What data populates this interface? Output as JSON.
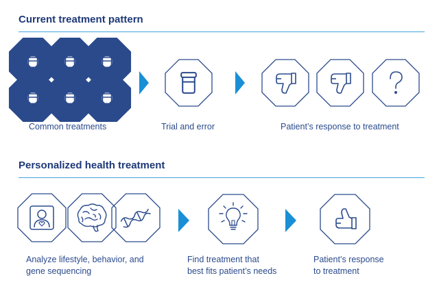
{
  "sections": [
    {
      "title": "Current treatment pattern",
      "captions": [
        "Common treatments",
        "Trial and error",
        "Patient’s response to treatment"
      ]
    },
    {
      "title": "Personalized health treatment",
      "captions": [
        [
          "Analyze lifestyle, behavior, and",
          "gene sequencing"
        ],
        [
          "Find treatment that",
          "best fits patient’s needs"
        ],
        [
          "Patient’s response",
          "to treatment"
        ]
      ]
    }
  ],
  "icons": {
    "common_treatments": [
      "pill-bottle-icon",
      "pill-bottle-icon",
      "pill-bottle-icon",
      "pill-bottle-icon",
      "pill-bottle-icon",
      "pill-bottle-icon"
    ],
    "trial_and_error": "pill-bottle-icon",
    "response_current": [
      "thumbs-down-icon",
      "thumbs-down-icon",
      "question-mark-icon"
    ],
    "analyze": [
      "person-heart-icon",
      "brain-icon",
      "dna-icon"
    ],
    "find_treatment": "lightbulb-icon",
    "response_personalized": "thumbs-up-icon"
  },
  "colors": {
    "navy": "#1d3877",
    "icon_stroke": "#2a4a8c",
    "accent_blue": "#1a8fd6",
    "rule": "#3fa3de"
  }
}
